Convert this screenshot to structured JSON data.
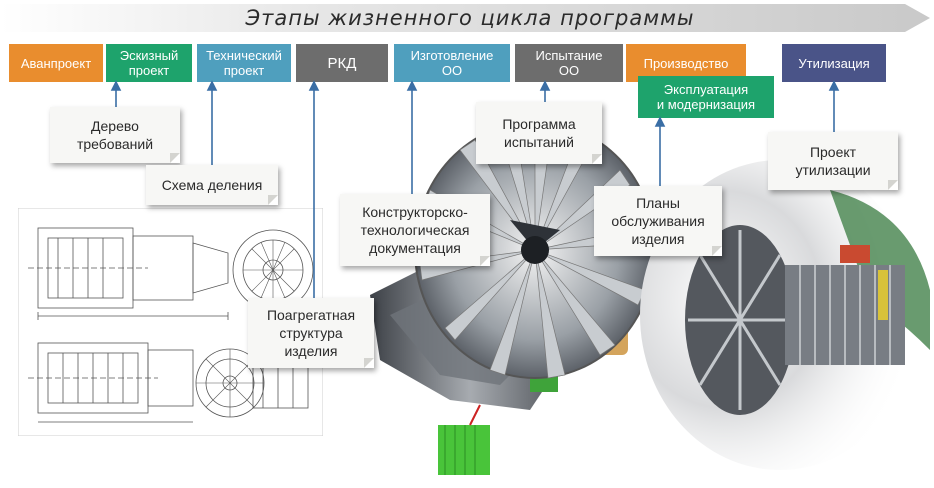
{
  "title": "Этапы жизненного цикла программы",
  "phases": [
    {
      "label": "Аванпроект",
      "color": "#e98d2e"
    },
    {
      "label": "Эскизный\nпроект",
      "color": "#1ea36c"
    },
    {
      "label": "Технический\nпроект",
      "color": "#4f9fbe"
    },
    {
      "label": "РКД",
      "color": "#6d6d6d"
    },
    {
      "label": "Изготовление\nОО",
      "color": "#4f9fbe"
    },
    {
      "label": "Испытание\nОО",
      "color": "#6d6d6d"
    },
    {
      "label": "Производство",
      "color": "#e98d2e"
    },
    {
      "label": "Эксплуатация\nи модернизация",
      "color": "#1ea36c"
    },
    {
      "label": "Утилизация",
      "color": "#4a5488"
    }
  ],
  "notes": {
    "requirements_tree": "Дерево\nтребований",
    "division_scheme": "Схема деления",
    "assembly_structure": "Поагрегатная\nструктура\nизделия",
    "design_docs": "Конструкторско-\nтехнологическая\nдокументация",
    "test_program": "Программа\nиспытаний",
    "maintenance_plans": "Планы\nобслуживания\nизделия",
    "disposal_project": "Проект\nутилизации"
  },
  "images": {
    "drawing": "engine-drawing",
    "engine_model": "engine-3d-model",
    "engine_cutaway": "engine-cutaway-render"
  }
}
